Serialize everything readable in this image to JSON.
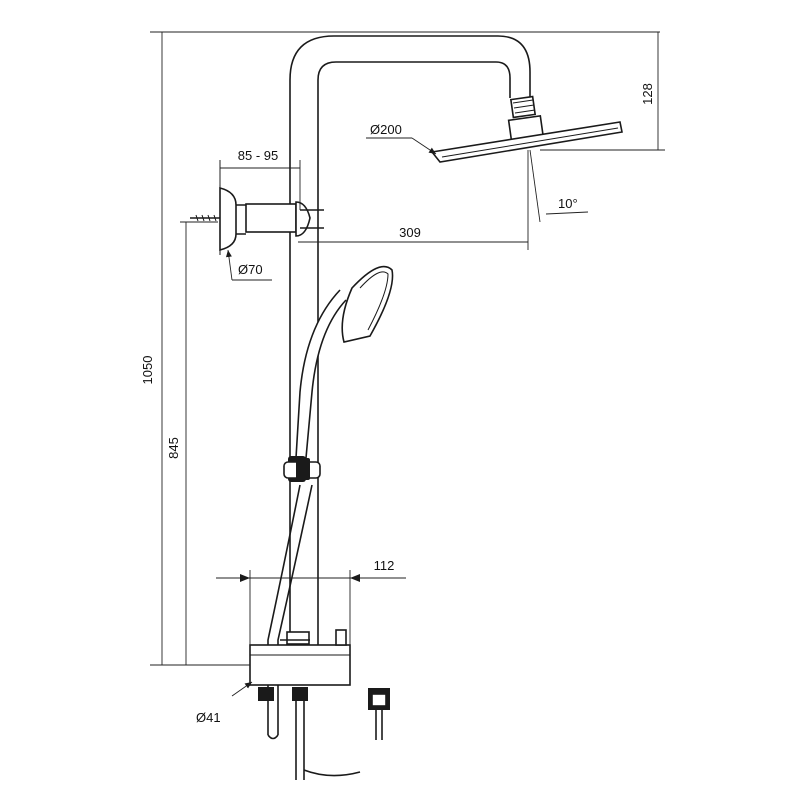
{
  "dimensions": {
    "total_height": "1050",
    "outlet_height": "845",
    "head_height": "128",
    "head_diameter": "Ø200",
    "wall_distance": "85 - 95",
    "flange_diameter": "Ø70",
    "arm_reach": "309",
    "tilt_angle": "10°",
    "mixer_width": "112",
    "outlet_diameter": "Ø41"
  }
}
